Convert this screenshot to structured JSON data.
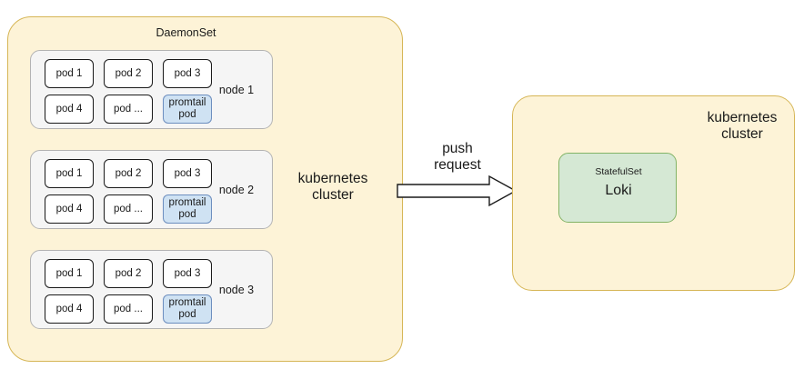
{
  "diagram": {
    "title": "Promtail DaemonSet pushing logs to Loki StatefulSet",
    "colors": {
      "cluster_fill": "#fdf3d7",
      "cluster_border": "#d6b656",
      "node_fill": "#f5f5f5",
      "node_border": "#b3b3b3",
      "pod_fill": "#ffffff",
      "pod_border": "#1a1a1a",
      "promtail_fill": "#cfe2f3",
      "promtail_border": "#6c8ebf",
      "loki_fill": "#d5e8d4",
      "loki_border": "#82b366",
      "background": "#ffffff",
      "text": "#1a1a1a"
    }
  },
  "left_cluster": {
    "daemonset_label": "DaemonSet",
    "cluster_label": "kubernetes\ncluster",
    "nodes": [
      {
        "name": "node 1",
        "pods": [
          {
            "label": "pod 1",
            "type": "pod"
          },
          {
            "label": "pod 2",
            "type": "pod"
          },
          {
            "label": "pod 3",
            "type": "pod"
          },
          {
            "label": "pod 4",
            "type": "pod"
          },
          {
            "label": "pod ...",
            "type": "pod"
          },
          {
            "label": "promtail\npod",
            "type": "promtail"
          }
        ]
      },
      {
        "name": "node 2",
        "pods": [
          {
            "label": "pod 1",
            "type": "pod"
          },
          {
            "label": "pod 2",
            "type": "pod"
          },
          {
            "label": "pod 3",
            "type": "pod"
          },
          {
            "label": "pod 4",
            "type": "pod"
          },
          {
            "label": "pod ...",
            "type": "pod"
          },
          {
            "label": "promtail\npod",
            "type": "promtail"
          }
        ]
      },
      {
        "name": "node 3",
        "pods": [
          {
            "label": "pod 1",
            "type": "pod"
          },
          {
            "label": "pod 2",
            "type": "pod"
          },
          {
            "label": "pod 3",
            "type": "pod"
          },
          {
            "label": "pod 4",
            "type": "pod"
          },
          {
            "label": "pod ...",
            "type": "pod"
          },
          {
            "label": "promtail\npod",
            "type": "promtail"
          }
        ]
      }
    ]
  },
  "connector": {
    "label": "push\nrequest",
    "icon": "block-arrow-right-icon",
    "direction": "left-to-right"
  },
  "right_cluster": {
    "cluster_label": "kubernetes\ncluster",
    "workload": {
      "kind_label": "StatefulSet",
      "name_label": "Loki"
    }
  }
}
